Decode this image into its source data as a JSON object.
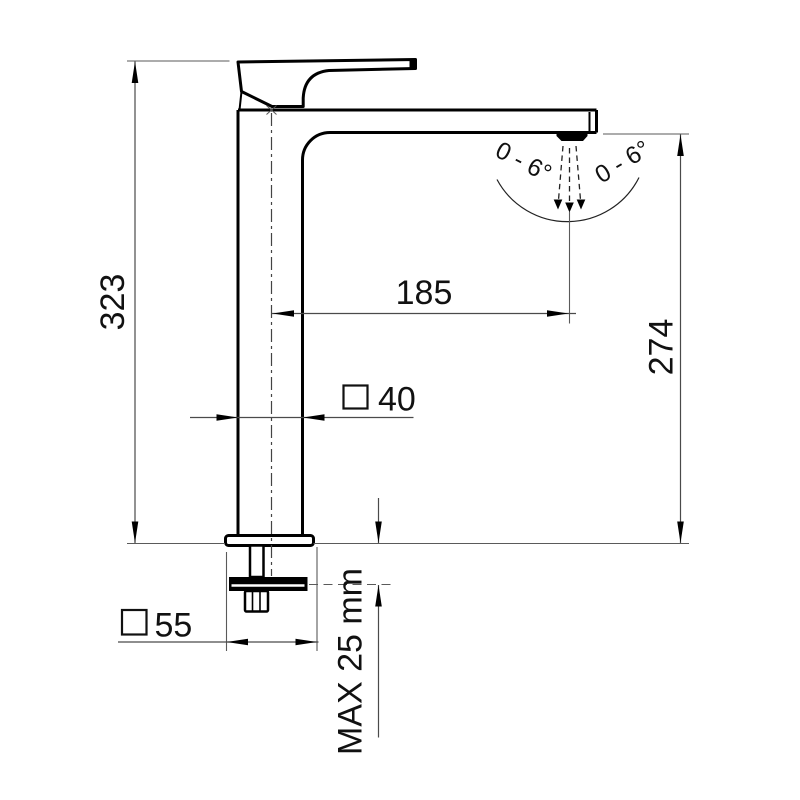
{
  "drawing": {
    "labels": {
      "overall_height": "323",
      "spout_reach": "185",
      "spout_height": "274",
      "body_width": "40",
      "base_width": "55",
      "max_deck_thickness": "MAX 25 mm",
      "spray_angle_left": "0 - 6°",
      "spray_angle_right": "0 - 6°"
    },
    "colors": {
      "outline": "#000000",
      "dimension_line": "#4a4a4a",
      "background": "#ffffff"
    }
  }
}
